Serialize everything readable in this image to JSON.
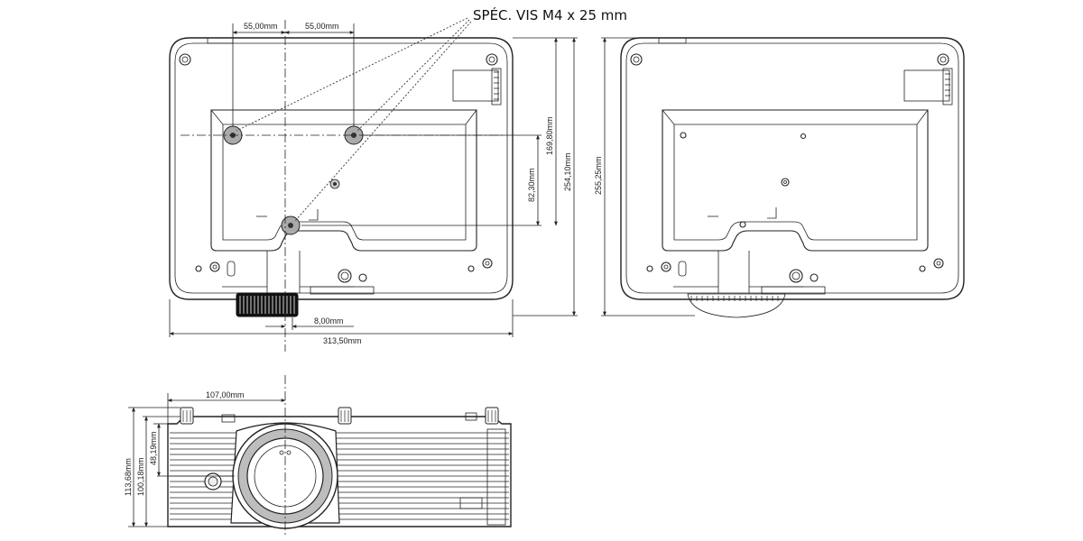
{
  "callout": {
    "text": "SPÉC. VIS M4 x 25 mm"
  },
  "bottom_view": {
    "dim_left_55": "55,00mm",
    "dim_right_55": "55,00mm",
    "dim_82": "82,30mm",
    "dim_169": "169,80mm",
    "dim_254": "254,10mm",
    "dim_8": "8,00mm",
    "dim_313": "313,50mm"
  },
  "side_view": {
    "dim_255": "255,25mm"
  },
  "front_view": {
    "dim_107": "107,00mm",
    "dim_113": "113,68mm",
    "dim_100": "100,18mm",
    "dim_48": "48,19mm"
  }
}
